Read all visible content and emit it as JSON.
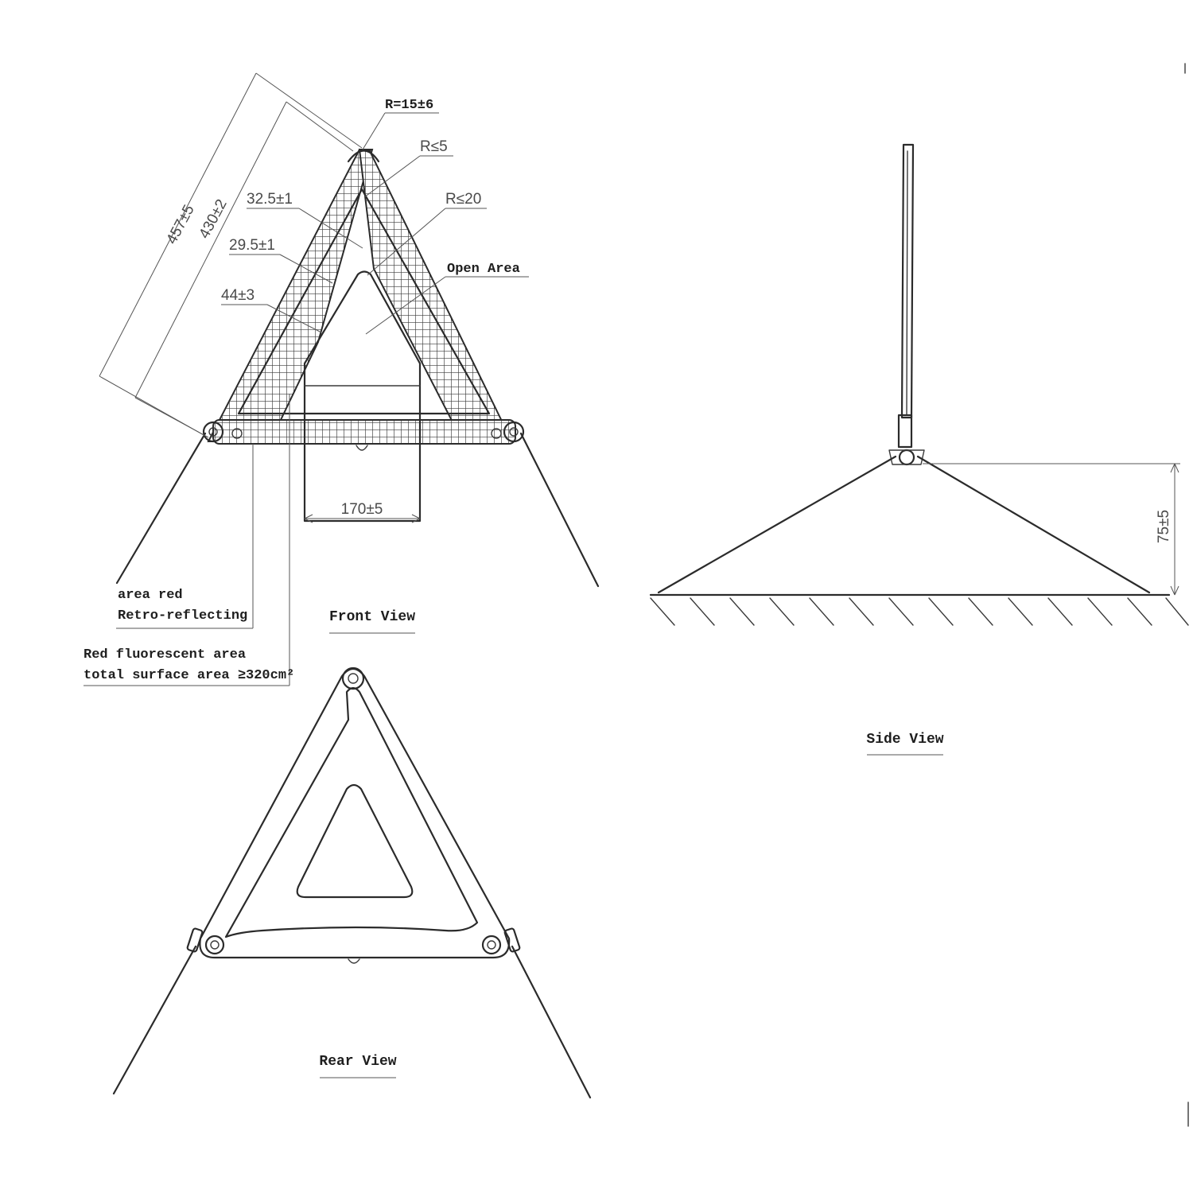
{
  "front_view": {
    "title": "Front View",
    "dims": {
      "d457": "457±5",
      "d430": "430±2",
      "d325": "32.5±1",
      "d295": "29.5±1",
      "d44": "44±3",
      "d170": "170±5",
      "r15": "R=15±6",
      "r5": "R≤5",
      "r20": "R≤20"
    },
    "open_area": "Open Area",
    "retro_note": [
      "area red",
      "Retro-reflecting"
    ],
    "fluor_note": [
      "Red fluorescent area",
      "total surface area ≥320cm²"
    ]
  },
  "rear_view": {
    "title": "Rear View"
  },
  "side_view": {
    "title": "Side View",
    "dim": "75±5"
  }
}
